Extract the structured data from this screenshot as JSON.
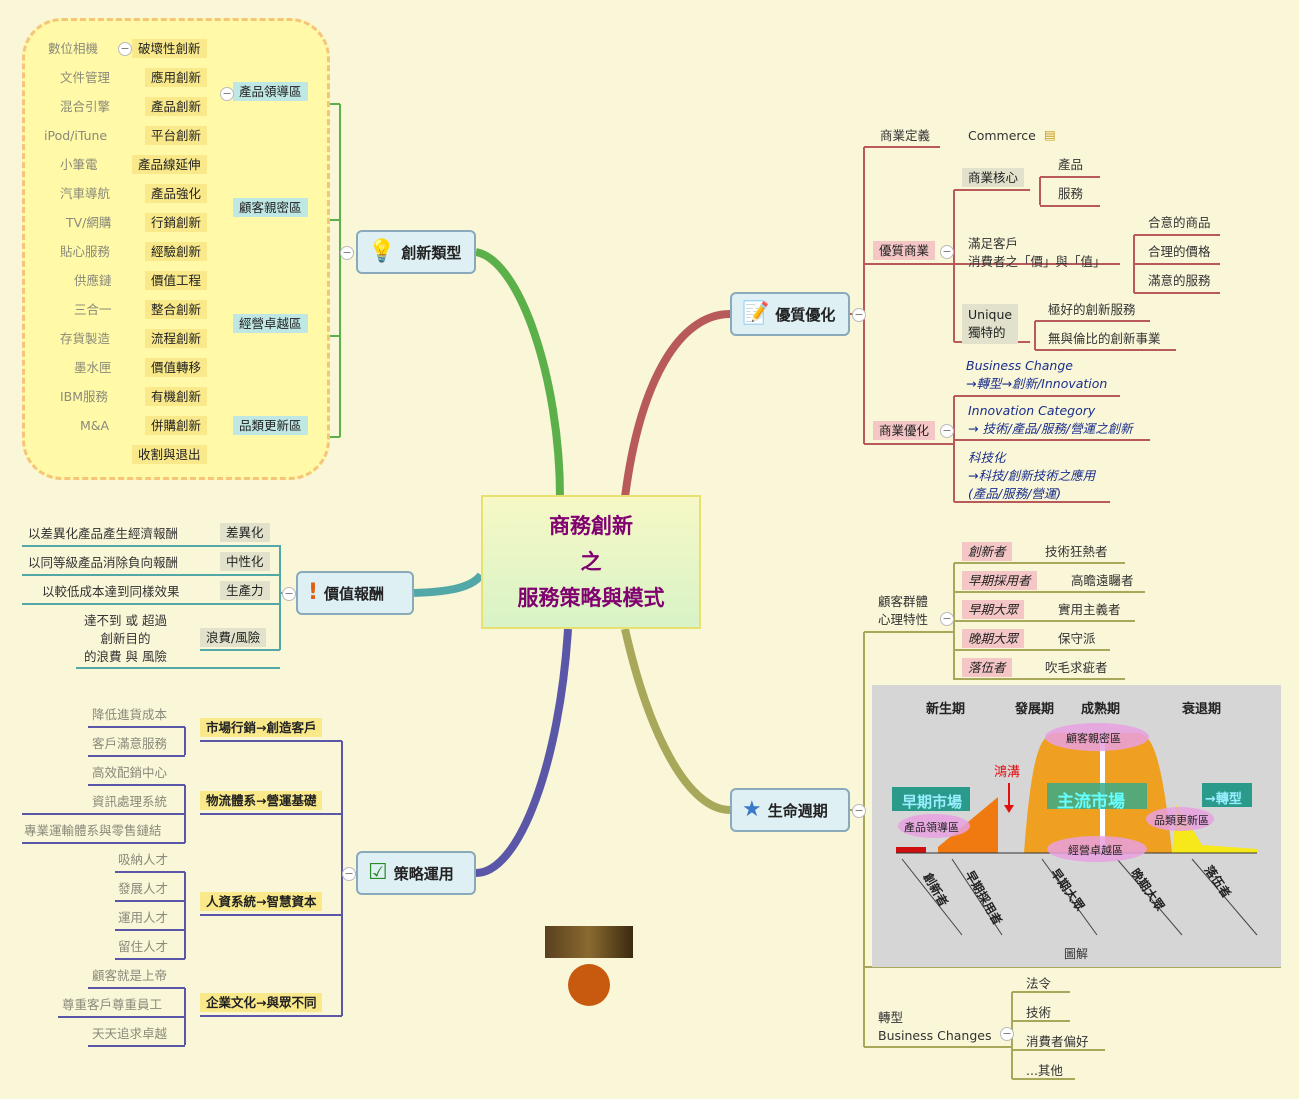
{
  "center": {
    "line1": "商務創新",
    "line2": "之",
    "line3": "服務策略與模式"
  },
  "innovation": {
    "title": "創新類型",
    "groups": [
      {
        "label": "產品領導區",
        "items": [
          {
            "leaf": "數位相機",
            "mid": "破壞性創新"
          },
          {
            "leaf": "文件管理",
            "mid": "應用創新"
          },
          {
            "leaf": "混合引擎",
            "mid": "產品創新"
          },
          {
            "leaf": "iPod/iTune",
            "mid": "平台創新"
          }
        ]
      },
      {
        "label": "顧客親密區",
        "items": [
          {
            "leaf": "小筆電",
            "mid": "產品線延伸"
          },
          {
            "leaf": "汽車導航",
            "mid": "產品強化"
          },
          {
            "leaf": "TV/網購",
            "mid": "行銷創新"
          },
          {
            "leaf": "貼心服務",
            "mid": "經驗創新"
          }
        ]
      },
      {
        "label": "經營卓越區",
        "items": [
          {
            "leaf": "供應鏈",
            "mid": "價值工程"
          },
          {
            "leaf": "三合一",
            "mid": "整合創新"
          },
          {
            "leaf": "存貨製造",
            "mid": "流程創新"
          },
          {
            "leaf": "墨水匣",
            "mid": "價值轉移"
          }
        ]
      },
      {
        "label": "品類更新區",
        "items": [
          {
            "leaf": "IBM服務",
            "mid": "有機創新"
          },
          {
            "leaf": "M&A",
            "mid": "併購創新"
          },
          {
            "leaf": "",
            "mid": "收割與退出"
          }
        ]
      }
    ]
  },
  "value": {
    "title": "價值報酬",
    "items": [
      {
        "leaf": "以差異化產品產生經濟報酬",
        "mid": "差異化"
      },
      {
        "leaf": "以同等級產品消除負向報酬",
        "mid": "中性化"
      },
      {
        "leaf": "以較低成本達到同樣效果",
        "mid": "生產力"
      },
      {
        "leaf": "達不到 或 超過\n創新目的\n的浪費 與 風險",
        "mid": "浪費/風險"
      }
    ]
  },
  "strategy": {
    "title": "策略運用",
    "groups": [
      {
        "label": "市場行銷→創造客戶",
        "items": [
          "降低進貨成本",
          "客戶滿意服務"
        ]
      },
      {
        "label": "物流體系→營運基礎",
        "items": [
          "高效配銷中心",
          "資訊處理系統",
          "專業運輸體系與零售鏈結"
        ]
      },
      {
        "label": "人資系統→智慧資本",
        "items": [
          "吸納人才",
          "發展人才",
          "運用人才",
          "留住人才"
        ]
      },
      {
        "label": "企業文化→與眾不同",
        "items": [
          "顧客就是上帝",
          "尊重客戶尊重員工",
          "天天追求卓越"
        ]
      }
    ]
  },
  "quality": {
    "title": "優質優化",
    "def_label": "商業定義",
    "def_value": "Commerce",
    "premium_label": "優質商業",
    "core_label": "商業核心",
    "core_items": [
      "產品",
      "服務"
    ],
    "satisfy_label": "滿足客戶\n消費者之「價」與「值」",
    "satisfy_items": [
      "合意的商品",
      "合理的價格",
      "滿意的服務"
    ],
    "unique_label": "Unique\n獨特的",
    "unique_items": [
      "極好的創新服務",
      "無與倫比的創新事業"
    ],
    "opt_label": "商業優化",
    "opt_items": [
      "Business Change\n→轉型→創新/Innovation",
      "Innovation Category\n→ 技術/產品/服務/營運之創新",
      "科技化\n→科技/創新技術之應用\n(產品/服務/營運)"
    ]
  },
  "lifecycle": {
    "title": "生命週期",
    "psych_label": "顧客群體\n心理特性",
    "psych": [
      {
        "k": "創新者",
        "v": "技術狂熱者"
      },
      {
        "k": "早期採用者",
        "v": "高瞻遠矚者"
      },
      {
        "k": "早期大眾",
        "v": "實用主義者"
      },
      {
        "k": "晚期大眾",
        "v": "保守派"
      },
      {
        "k": "落伍者",
        "v": "吹毛求疵者"
      }
    ],
    "figure": {
      "stages": [
        "新生期",
        "發展期",
        "成熟期",
        "衰退期"
      ],
      "chasm": "鴻溝",
      "early_market": "早期市場",
      "main_market": "主流市場",
      "transform": "→轉型",
      "zone_product": "產品領導區",
      "zone_customer": "顧客親密區",
      "zone_renew": "品類更新區",
      "zone_ops": "經營卓越區",
      "groups": [
        "創新者",
        "早期採用者",
        "早期大眾",
        "晚期大眾",
        "落伍者"
      ],
      "caption": "圖解"
    },
    "transform_label": "轉型\nBusiness Changes",
    "transform_items": [
      "法令",
      "技術",
      "消費者偏好",
      "...其他"
    ]
  },
  "colors": {
    "green": "#5bb04a",
    "red": "#b85a5a",
    "teal": "#52a8a6",
    "purple": "#5a56a8",
    "olive": "#a8a85a"
  }
}
